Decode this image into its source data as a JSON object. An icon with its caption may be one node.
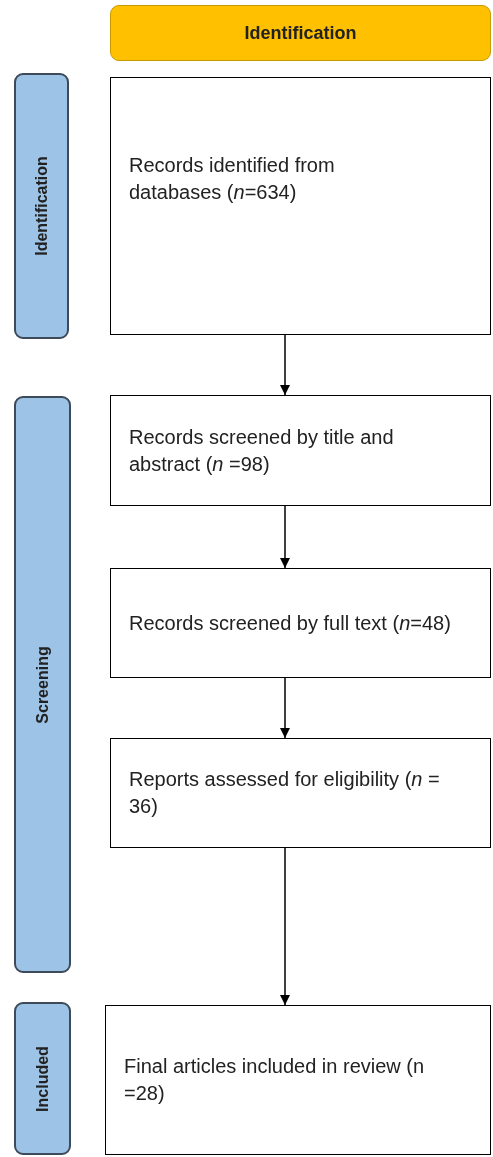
{
  "diagram": {
    "nodes": [
      {
        "text": [
          "Identification"
        ]
      },
      {
        "text": [
          "Identification"
        ]
      },
      {
        "text": [
          "Records identified from databases (*n*=634)"
        ]
      },
      {
        "text": [
          "Screening"
        ]
      },
      {
        "text": [
          "Records screened by title and abstract (*n* =98)"
        ]
      },
      {
        "text": [
          "Records screened by full text (*n*=48)"
        ]
      },
      {
        "text": [
          "Reports assessed for eligibility (*n* = 36)"
        ]
      },
      {
        "text": [
          "Included"
        ]
      },
      {
        "text": [
          "Final articles included in review (n =28)"
        ]
      }
    ],
    "edges": [
      {
        "from": 2,
        "to": 4,
        "arrow": "to"
      },
      {
        "from": 4,
        "to": 5,
        "arrow": "to"
      },
      {
        "from": 5,
        "to": 6,
        "arrow": "to"
      },
      {
        "from": 6,
        "to": 8,
        "arrow": "to"
      }
    ]
  }
}
